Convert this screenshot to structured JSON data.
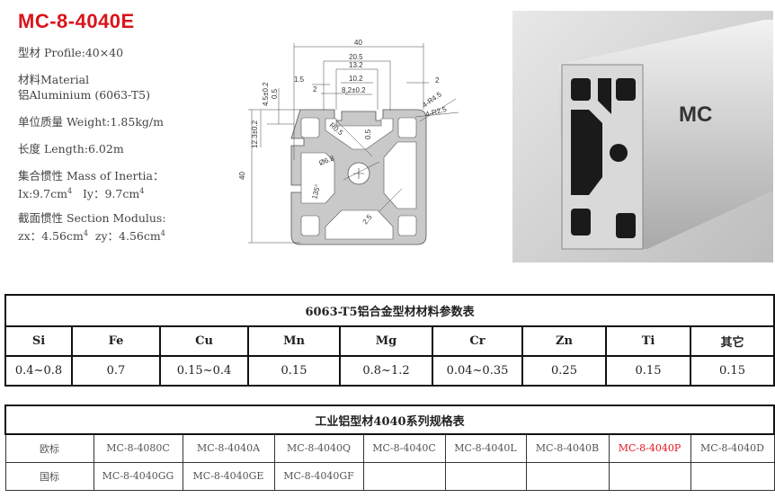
{
  "title": "MC-8-4040E",
  "specs": {
    "profile": "型材 Profile:40×40",
    "material_label": "材料Material",
    "material_value": "铝Aluminium (6063-T5)",
    "weight": "单位质量 Weight:1.85kg/m",
    "length": "长度 Length:6.02m",
    "inertia_label": "集合惯性 Mass of Inertia：",
    "inertia_ix": "Ix:9.7cm",
    "inertia_iy": "Iy：9.7cm",
    "modulus_label": "截面惯性 Section Modulus:",
    "modulus_zx": "zx：4.56cm",
    "modulus_zy": "zy：4.56cm",
    "exp": "4"
  },
  "drawing": {
    "dims": [
      "40",
      "20.5",
      "13.2",
      "10.2",
      "8.2±0.2",
      "1.5",
      "2",
      "4.5±0.2",
      "0.5",
      "2",
      "4-R4.5",
      "4-R2.5",
      "12.3±0.2",
      "R0.5",
      "0.5",
      "Ø6.8",
      "135°",
      "2.5",
      "40"
    ]
  },
  "photo": {
    "logo": "MC"
  },
  "material_table": {
    "caption": "6063-T5铝合金型材材料参数表",
    "headers": [
      "Si",
      "Fe",
      "Cu",
      "Mn",
      "Mg",
      "Cr",
      "Zn",
      "Ti",
      "其它"
    ],
    "values": [
      "0.4~0.8",
      "0.7",
      "0.15~0.4",
      "0.15",
      "0.8~1.2",
      "0.04~0.35",
      "0.25",
      "0.15",
      "0.15"
    ]
  },
  "series_table": {
    "caption": "工业铝型材4040系列规格表",
    "rows": [
      {
        "label": "欧标",
        "items": [
          "MC-8-4080C",
          "MC-8-4040A",
          "MC-8-4040Q",
          "MC-8-4040C",
          "MC-8-4040L",
          "MC-8-4040B",
          "MC-8-4040P",
          "MC-8-4040D"
        ]
      },
      {
        "label": "国标",
        "items": [
          "MC-8-4040GG",
          "MC-8-4040GE",
          "MC-8-4040GF",
          "",
          "",
          "",
          "",
          ""
        ]
      }
    ],
    "highlight_color": "#e5141b"
  }
}
